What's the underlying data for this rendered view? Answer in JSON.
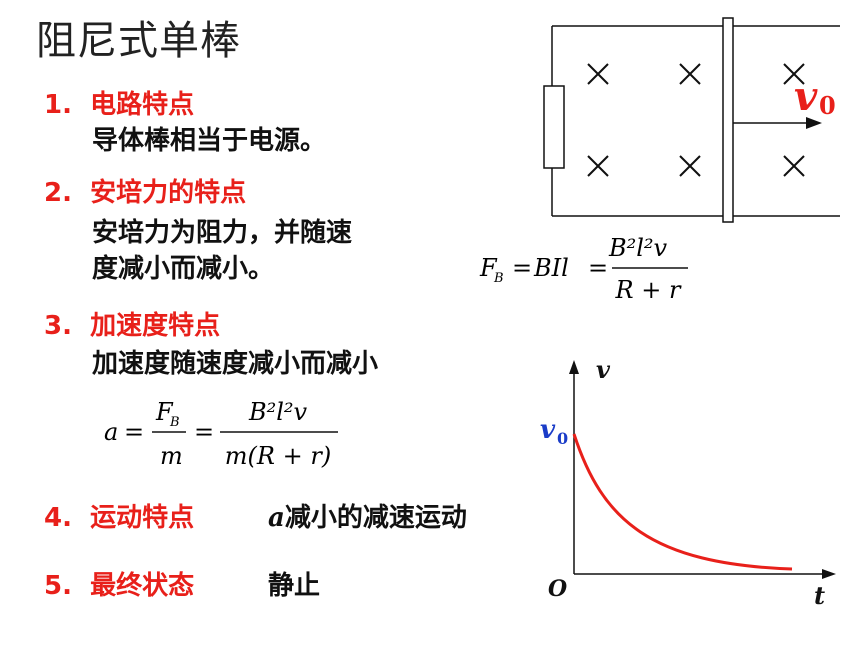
{
  "title": "阻尼式单棒",
  "items": [
    {
      "num": "1.",
      "heading": "电路特点",
      "desc_lines": [
        "导体棒相当于电源。"
      ]
    },
    {
      "num": "2.",
      "heading": "安培力的特点",
      "desc_lines": [
        "安培力为阻力，并随速",
        "度减小而减小。"
      ]
    },
    {
      "num": "3.",
      "heading": "加速度特点",
      "desc_lines": [
        "加速度随速度减小而减小"
      ]
    },
    {
      "num": "4.",
      "heading": "运动特点",
      "inline_var": "a",
      "inline_text": "减小的减速运动"
    },
    {
      "num": "5.",
      "heading": "最终状态",
      "inline_text": "静止"
    }
  ],
  "formulas": {
    "force": {
      "lhs": "F",
      "lhs_sub": "B",
      "mid": "BIl",
      "num": "B²l²v",
      "den": "R + r"
    },
    "accel": {
      "lhs": "a",
      "num1": "F",
      "num1_sub": "B",
      "den1": "m",
      "num2": "B²l²v",
      "den2": "m(R + r)"
    }
  },
  "circuit": {
    "velocity_label": "v",
    "velocity_sub": "0"
  },
  "graph": {
    "y_label": "v",
    "x_label": "t",
    "origin_label": "O",
    "y0_label": "v",
    "y0_sub": "0",
    "curve_color": "#e8201a"
  },
  "colors": {
    "accent": "#e8201a",
    "text": "#111111"
  }
}
